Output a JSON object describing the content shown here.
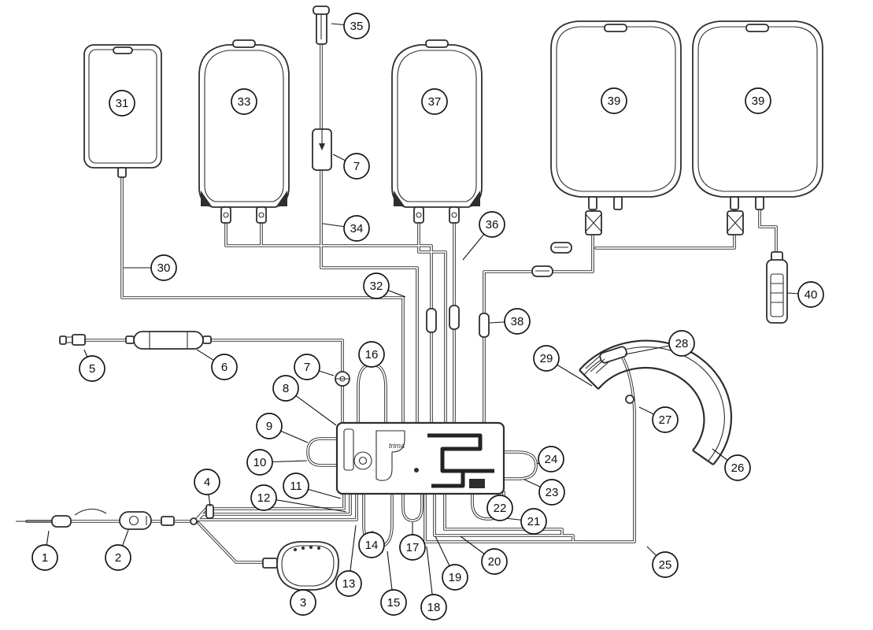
{
  "colors": {
    "ink": "#2e2e2e",
    "background": "#ffffff"
  },
  "cassette_brand": "trima",
  "callouts": [
    "1",
    "2",
    "3",
    "4",
    "5",
    "6",
    "7",
    "7",
    "8",
    "9",
    "10",
    "11",
    "12",
    "13",
    "14",
    "15",
    "16",
    "17",
    "18",
    "19",
    "20",
    "21",
    "22",
    "23",
    "24",
    "25",
    "26",
    "27",
    "28",
    "29",
    "30",
    "31",
    "32",
    "33",
    "34",
    "35",
    "36",
    "37",
    "38",
    "39",
    "39",
    "40"
  ]
}
